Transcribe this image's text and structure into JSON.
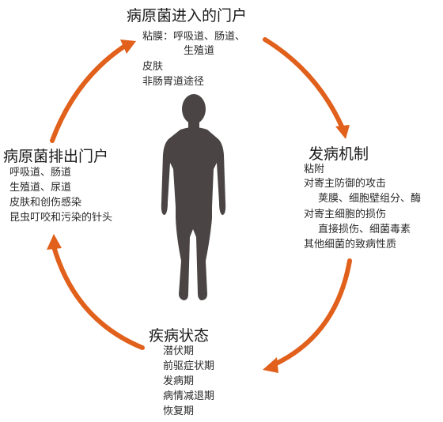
{
  "colors": {
    "arrow": "#e0601c",
    "arrow_light": "#f2a86a",
    "figure": "#4a4544"
  },
  "icons": {
    "figure": "human-silhouette-icon",
    "arrows": "curved-arrow-icon"
  },
  "entry": {
    "title": "病原菌进入的门户",
    "items": [
      "粘膜：呼吸道、肠道、",
      "生殖道",
      "皮肤",
      "非肠胃道途径"
    ]
  },
  "mechanism": {
    "title": "发病机制",
    "items": [
      "粘附",
      "对寄主防御的攻击",
      "荚膜、细胞壁组分、酶",
      "对寄主细胞的损伤",
      "直接损伤、细菌毒素",
      "其他细菌的致病性质"
    ]
  },
  "disease": {
    "title": "疾病状态",
    "items": [
      "潜伏期",
      "前驱症状期",
      "发病期",
      "病情减退期",
      "恢复期"
    ]
  },
  "exit": {
    "title": "病原菌排出门户",
    "items": [
      "呼吸道、肠道",
      "生殖道、尿道",
      "皮肤和创伤感染",
      "昆虫叮咬和污染的针头"
    ]
  }
}
